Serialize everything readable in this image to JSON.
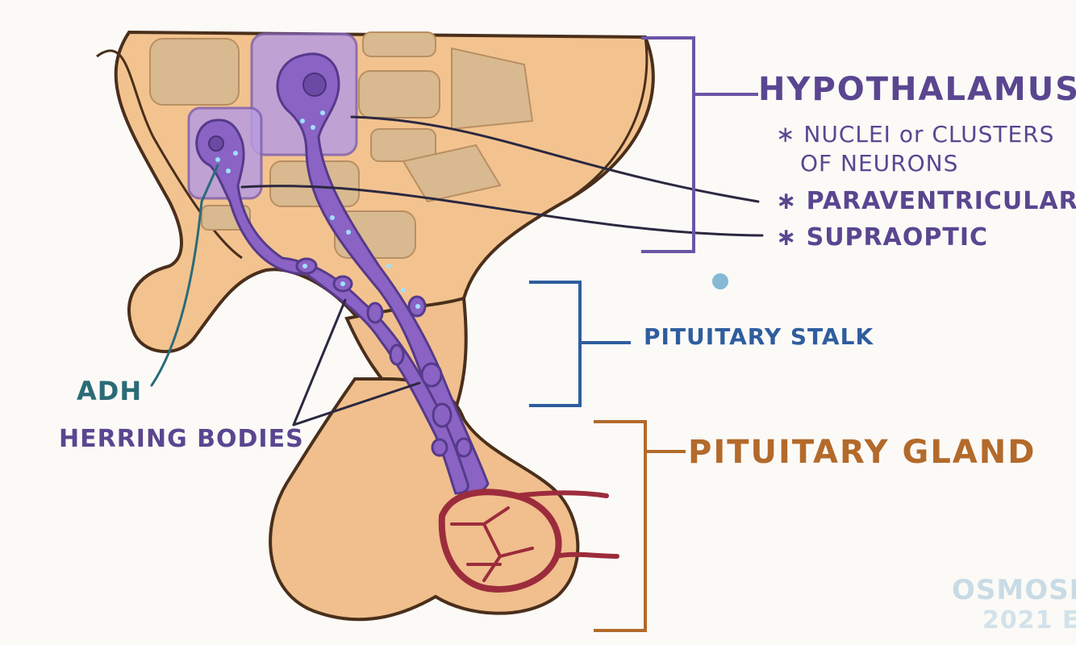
{
  "labels": {
    "hypothalamus": "HYPOTHALAMUS",
    "note_bullet": "∗",
    "note_line1": "NUCLEI or CLUSTERS",
    "note_line2": "OF NEURONS",
    "paraventricular": "PARAVENTRICULAR",
    "supraoptic": "SUPRAOPTIC",
    "pituitary_stalk": "PITUITARY STALK",
    "pituitary_gland": "PITUITARY GLAND",
    "adh": "ADH",
    "herring_bodies": "HERRING BODIES"
  },
  "watermark": {
    "brand": "OSMOSIS",
    "year": "2021 E"
  },
  "colors": {
    "tissue": "#f5c48f",
    "tissue_dark": "#d2a06c",
    "outline": "#5b3d22",
    "cell_blocks": "#d7b88e",
    "neuron": "#8a63c4",
    "neuron_box": "#b79ce0",
    "hypothalamus_label": "#5a4690",
    "stalk_label": "#2f5d9e",
    "gland_label": "#b36a2b",
    "adh_label": "#2b6b78",
    "vessels": "#9c2c3c",
    "granules": "#9fe0ff"
  }
}
